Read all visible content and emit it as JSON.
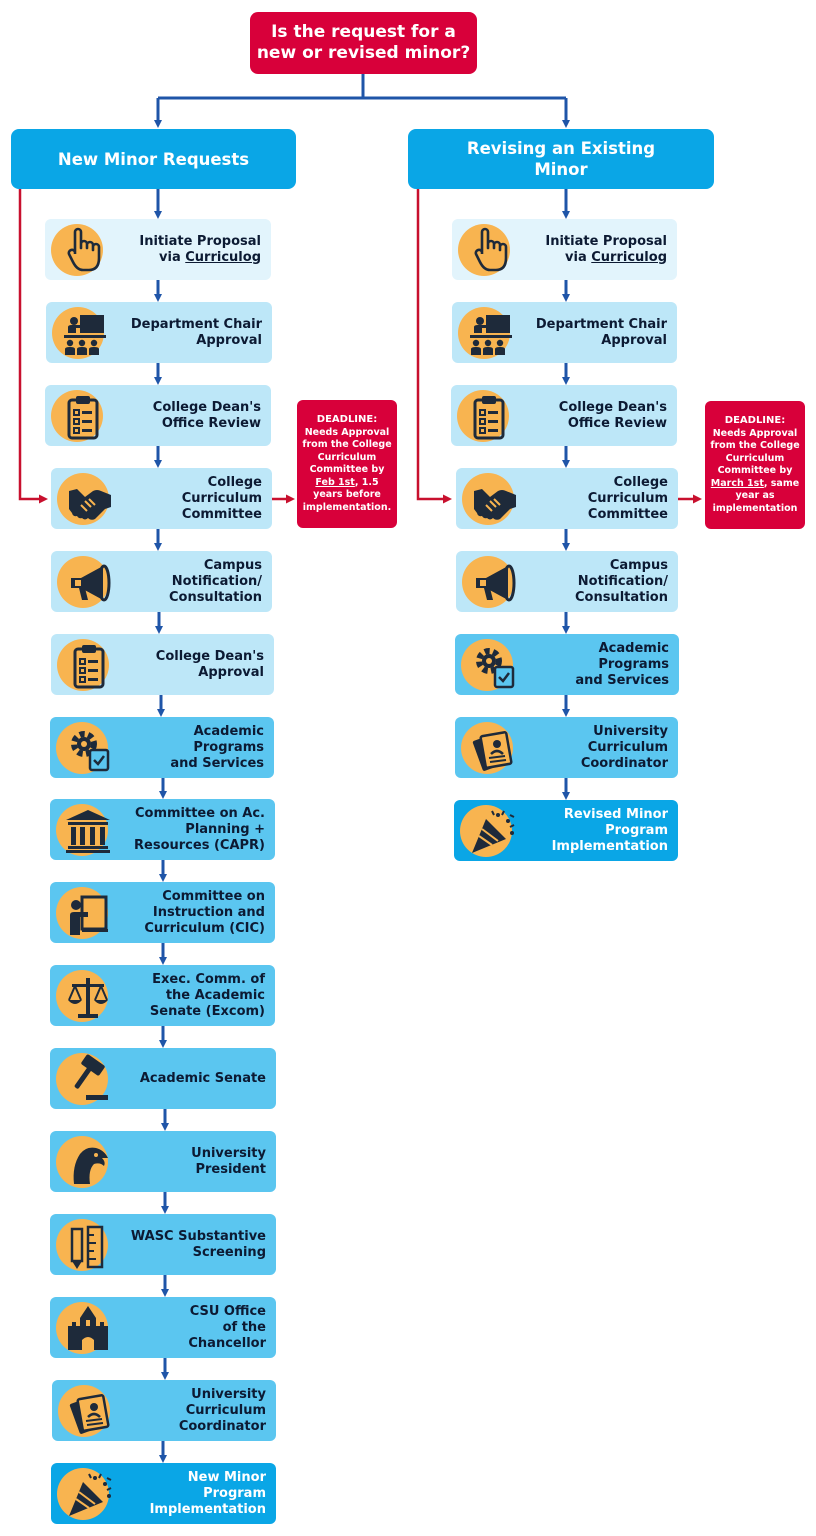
{
  "question": [
    "Is the request for a",
    "new or revised minor?"
  ],
  "headers": {
    "new_minor": "New Minor Requests",
    "revising": [
      "Revising an Existing",
      "Minor"
    ]
  },
  "colors": {
    "red": "#d8003a",
    "header_blue": "#0aa6e6",
    "connector_blue": "#1f55a8",
    "connector_red": "#c8102e",
    "icon_orange": "#f8b450",
    "step_light": "#e2f4fc",
    "step_mid": "#bde7f8",
    "step_blue": "#5bc6f0",
    "step_dark": "#0aa6e6"
  },
  "new_minor_steps": [
    {
      "lines": [
        "Initiate Proposal",
        "via Curriculog"
      ],
      "underline": "Curriculog",
      "icon": "hand-pointer-icon"
    },
    {
      "lines": [
        "Department Chair",
        "Approval"
      ],
      "icon": "presenter-audience-icon"
    },
    {
      "lines": [
        "College Dean's",
        "Office Review"
      ],
      "icon": "clipboard-checklist-icon"
    },
    {
      "lines": [
        "College",
        "Curriculum",
        "Committee"
      ],
      "icon": "handshake-icon"
    },
    {
      "lines": [
        "Campus",
        "Notification/",
        "Consultation"
      ],
      "icon": "megaphone-icon"
    },
    {
      "lines": [
        "College Dean's",
        "Approval"
      ],
      "icon": "clipboard-checklist-icon"
    },
    {
      "lines": [
        "Academic",
        "Programs",
        "and Services"
      ],
      "icon": "gear-checklist-icon"
    },
    {
      "lines": [
        "Committee on Ac.",
        "Planning +",
        "Resources (CAPR)"
      ],
      "icon": "institution-building-icon"
    },
    {
      "lines": [
        "Committee on",
        "Instruction and",
        "Curriculum (CIC)"
      ],
      "icon": "teacher-board-icon"
    },
    {
      "lines": [
        "Exec. Comm. of",
        "the Academic",
        "Senate (Excom)"
      ],
      "icon": "scales-icon"
    },
    {
      "lines": [
        "Academic Senate"
      ],
      "icon": "gavel-icon"
    },
    {
      "lines": [
        "University",
        "President"
      ],
      "icon": "eagle-icon"
    },
    {
      "lines": [
        "WASC Substantive",
        "Screening"
      ],
      "icon": "pencil-ruler-icon"
    },
    {
      "lines": [
        "CSU Office",
        "of the",
        "Chancellor"
      ],
      "icon": "castle-icon"
    },
    {
      "lines": [
        "University",
        "Curriculum",
        "Coordinator"
      ],
      "icon": "documents-icon"
    },
    {
      "lines": [
        "New Minor",
        "Program",
        "Implementation"
      ],
      "icon": "party-popper-icon"
    }
  ],
  "revising_steps": [
    {
      "lines": [
        "Initiate Proposal",
        "via Curriculog"
      ],
      "underline": "Curriculog",
      "icon": "hand-pointer-icon"
    },
    {
      "lines": [
        "Department Chair",
        "Approval"
      ],
      "icon": "presenter-audience-icon"
    },
    {
      "lines": [
        "College Dean's",
        "Office Review"
      ],
      "icon": "clipboard-checklist-icon"
    },
    {
      "lines": [
        "College",
        "Curriculum",
        "Committee"
      ],
      "icon": "handshake-icon"
    },
    {
      "lines": [
        "Campus",
        "Notification/",
        "Consultation"
      ],
      "icon": "megaphone-icon"
    },
    {
      "lines": [
        "Academic",
        "Programs",
        "and Services"
      ],
      "icon": "gear-checklist-icon"
    },
    {
      "lines": [
        "University",
        "Curriculum",
        "Coordinator"
      ],
      "icon": "documents-icon"
    },
    {
      "lines": [
        "Revised Minor",
        "Program",
        "Implementation"
      ],
      "icon": "party-popper-icon"
    }
  ],
  "deadlines": {
    "new": {
      "title": "DEADLINE:",
      "before": "Needs Approval from the College Curriculum Committee by ",
      "date": "Feb 1st",
      "after": ", 1.5 years before implementation."
    },
    "revised": {
      "title": "DEADLINE:",
      "before": "Needs Approval from the College Curriculum Committee by ",
      "date": "March 1st",
      "after": ", same year as implementation"
    }
  }
}
